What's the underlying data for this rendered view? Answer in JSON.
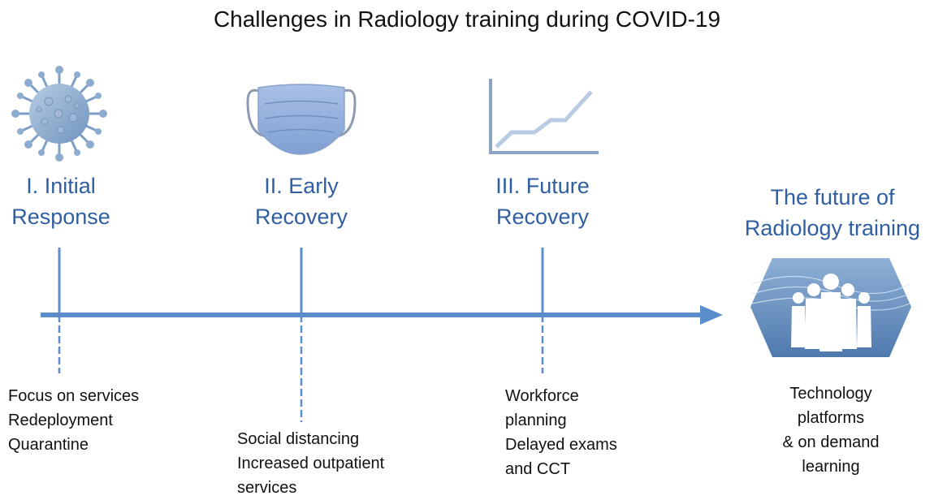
{
  "title": "Challenges in Radiology training during COVID-19",
  "colors": {
    "accent": "#5b8ccb",
    "text_blue": "#2f5fa0"
  },
  "phases": [
    {
      "icon": "virus-icon",
      "line1": "I. Initial",
      "line2": "Response",
      "notes": [
        "Focus on services",
        "Redeployment",
        "Quarantine"
      ]
    },
    {
      "icon": "face-mask-icon",
      "line1": "II. Early",
      "line2": "Recovery",
      "notes": [
        "Social distancing",
        "Increased outpatient",
        "services"
      ]
    },
    {
      "icon": "line-chart-icon",
      "line1": "III. Future",
      "line2": "Recovery",
      "notes": [
        "Workforce",
        "planning",
        "Delayed exams",
        "and CCT"
      ]
    }
  ],
  "future": {
    "icon": "people-group-icon",
    "line1": "The future of",
    "line2": "Radiology training",
    "notes": [
      "Technology",
      "platforms",
      "& on demand",
      "learning"
    ]
  }
}
